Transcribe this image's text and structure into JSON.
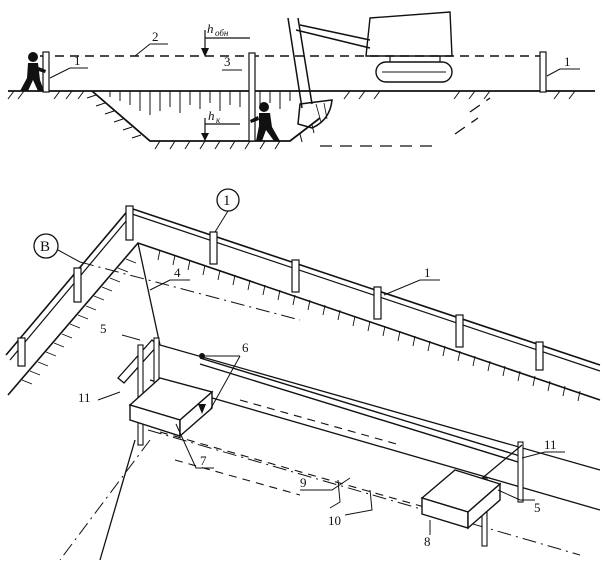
{
  "top_view": {
    "labels": {
      "l1_left": "1",
      "l2": "2",
      "l3": "3",
      "l1_right": "1",
      "h_level": "h",
      "h_level_sub": "обн",
      "h_bottom": "h",
      "h_bottom_sub": "к"
    }
  },
  "perspective_view": {
    "circle_labels": {
      "axis_1": "1",
      "axis_B": "B"
    },
    "labels": {
      "l1": "1",
      "l4": "4",
      "l5_left": "5",
      "l6": "6",
      "l11_left": "11",
      "l7": "7",
      "l9": "9",
      "l10": "10",
      "l11_right": "11",
      "l5_right": "5",
      "l8": "8"
    }
  }
}
